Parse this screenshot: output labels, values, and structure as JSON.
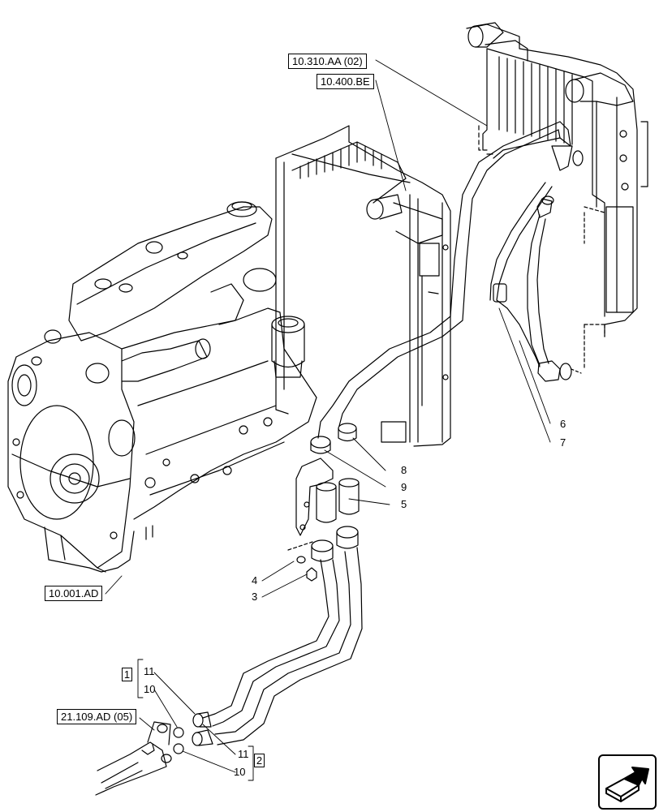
{
  "refs": {
    "top_radiator": "10.310.AA (02)",
    "radiator": "10.400.BE",
    "engine": "10.001.AD",
    "valve": "21.109.AD (05)"
  },
  "callouts": {
    "c1": "1",
    "c2": "2",
    "c3": "3",
    "c4": "4",
    "c5": "5",
    "c6": "6",
    "c7": "7",
    "c8": "8",
    "c9": "9",
    "c10a": "10",
    "c10b": "10",
    "c11a": "11",
    "c11b": "11"
  },
  "colors": {
    "line": "#000000",
    "background": "#ffffff"
  },
  "icons": {
    "nav": "next-page-arrow-icon"
  }
}
